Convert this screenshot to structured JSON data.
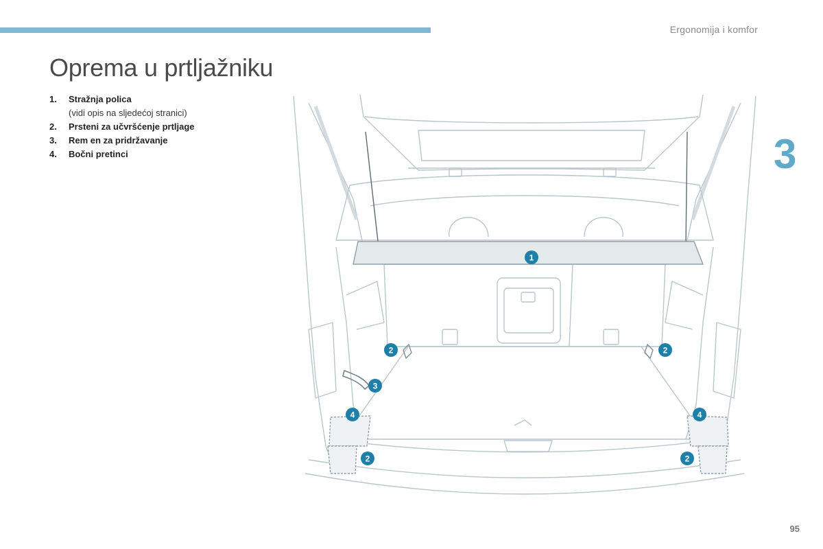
{
  "header": {
    "section": "Ergonomija i komfor",
    "chapter": "3"
  },
  "page": {
    "title": "Oprema u prtljažniku",
    "number": "95"
  },
  "items": [
    {
      "num": "1.",
      "label": "Stražnja polica",
      "sub": "(vidi opis na sljedećoj stranici)"
    },
    {
      "num": "2.",
      "label": "Prsteni za učvršćenje prtljage"
    },
    {
      "num": "3.",
      "label": "Rem en za pridržavanje"
    },
    {
      "num": "4.",
      "label": "Bočni pretinci"
    }
  ],
  "callouts": {
    "c1": "1",
    "c2": "2",
    "c3": "3",
    "c4": "4"
  },
  "colors": {
    "accent": "#7fb8d2",
    "callout": "#1f7fa8",
    "chapter": "#5fa9c9"
  }
}
